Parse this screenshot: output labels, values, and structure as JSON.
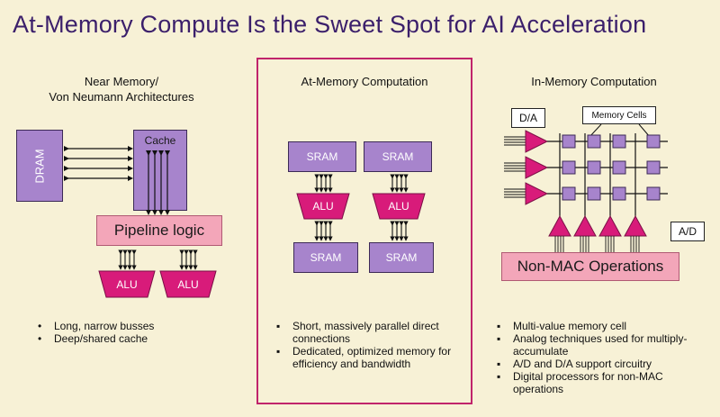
{
  "title": "At-Memory Compute Is the Sweet Spot for AI Acceleration",
  "columns": {
    "near": {
      "heading_line1": "Near Memory/",
      "heading_line2": "Von Neumann Architectures",
      "dram": "DRAM",
      "cache": "Cache",
      "pipeline": "Pipeline logic",
      "alu1": "ALU",
      "alu2": "ALU",
      "bullets": [
        "Long, narrow busses",
        "Deep/shared cache"
      ],
      "bullet_marker": "•"
    },
    "at": {
      "heading": "At-Memory Computation",
      "sram_top_left": "SRAM",
      "sram_top_right": "SRAM",
      "alu_left": "ALU",
      "alu_right": "ALU",
      "sram_bottom_left": "SRAM",
      "sram_bottom_right": "SRAM",
      "bullets": [
        "Short, massively parallel direct connections",
        "Dedicated, optimized memory for efficiency and bandwidth"
      ],
      "bullet_marker": "▪"
    },
    "in": {
      "heading": "In-Memory Computation",
      "da": "D/A",
      "memory_cells": "Memory Cells",
      "ad": "A/D",
      "non_mac": "Non-MAC Operations",
      "bullets": [
        "Multi-value memory cell",
        "Analog techniques used for multiply-accumulate",
        "A/D and D/A support circuitry",
        "Digital processors for non-MAC operations"
      ],
      "bullet_marker": "▪"
    }
  },
  "colors": {
    "background": "#f7f1d6",
    "title": "#3b1f6b",
    "memory_purple": "#a784cc",
    "logic_pink": "#f3a6b9",
    "alu_magenta": "#d81b7a",
    "frame": "#c0246b"
  }
}
